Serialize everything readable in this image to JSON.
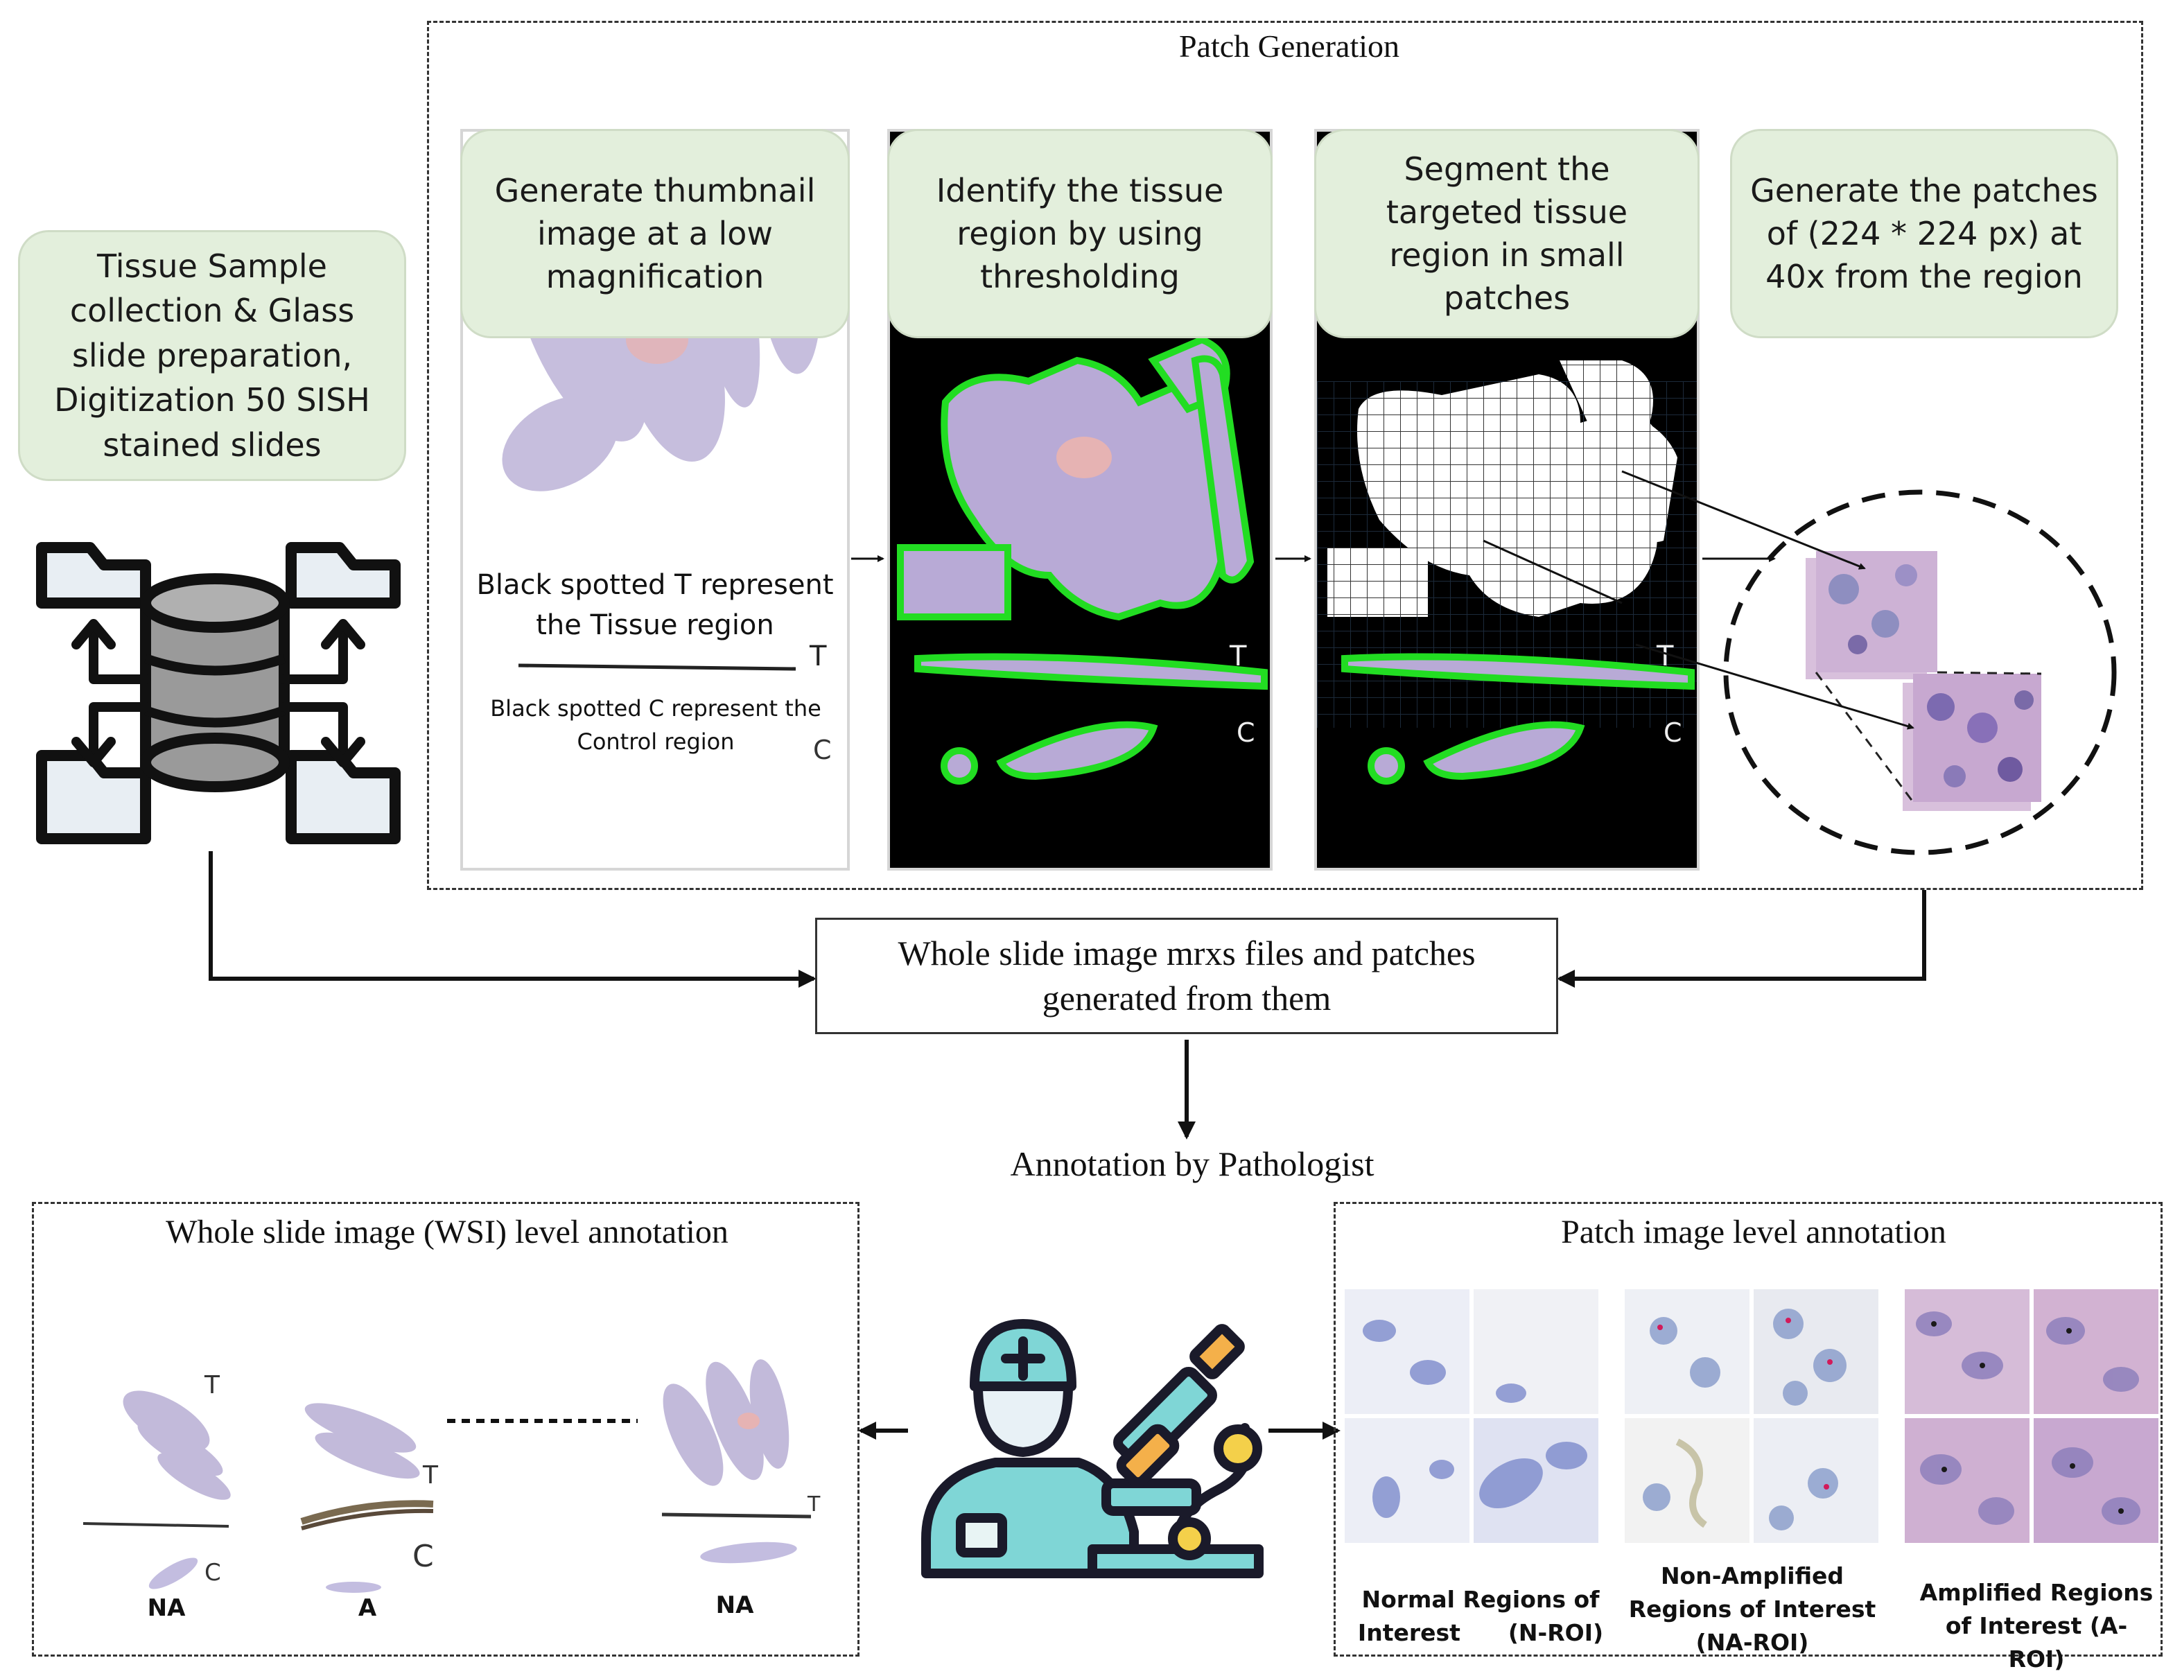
{
  "patch_generation": {
    "title": "Patch Generation",
    "steps": [
      "Generate thumbnail image at a low magnification",
      "Identify the tissue region by using thresholding",
      "Segment the targeted tissue region in small patches",
      "Generate the patches of (224 * 224 px) at 40x from the region"
    ],
    "thumbnail_note_t": "Black spotted T represent the Tissue region",
    "thumbnail_note_c": "Black spotted C represent the Control region"
  },
  "collection": {
    "text": "Tissue Sample collection & Glass slide preparation, Digitization 50 SISH stained slides"
  },
  "wsi_box": {
    "text": "Whole slide image mrxs files and patches generated from them"
  },
  "annotation": {
    "title": "Annotation by Pathologist",
    "wsi_level": {
      "title": "Whole slide image (WSI) level annotation",
      "labels": [
        "NA",
        "A",
        "NA"
      ]
    },
    "patch_level": {
      "title": "Patch image level annotation",
      "groups": [
        "Normal Regions of Interest      (N-ROI)",
        "Non-Amplified Regions of Interest (NA-ROI)",
        "Amplified Regions of Interest (A-ROI)"
      ]
    }
  },
  "colors": {
    "green_box": "#e3efdc",
    "tissue_purple": "#a89cc8",
    "contour_green": "#22dd22",
    "patch_pink": "#d9b8d6"
  }
}
